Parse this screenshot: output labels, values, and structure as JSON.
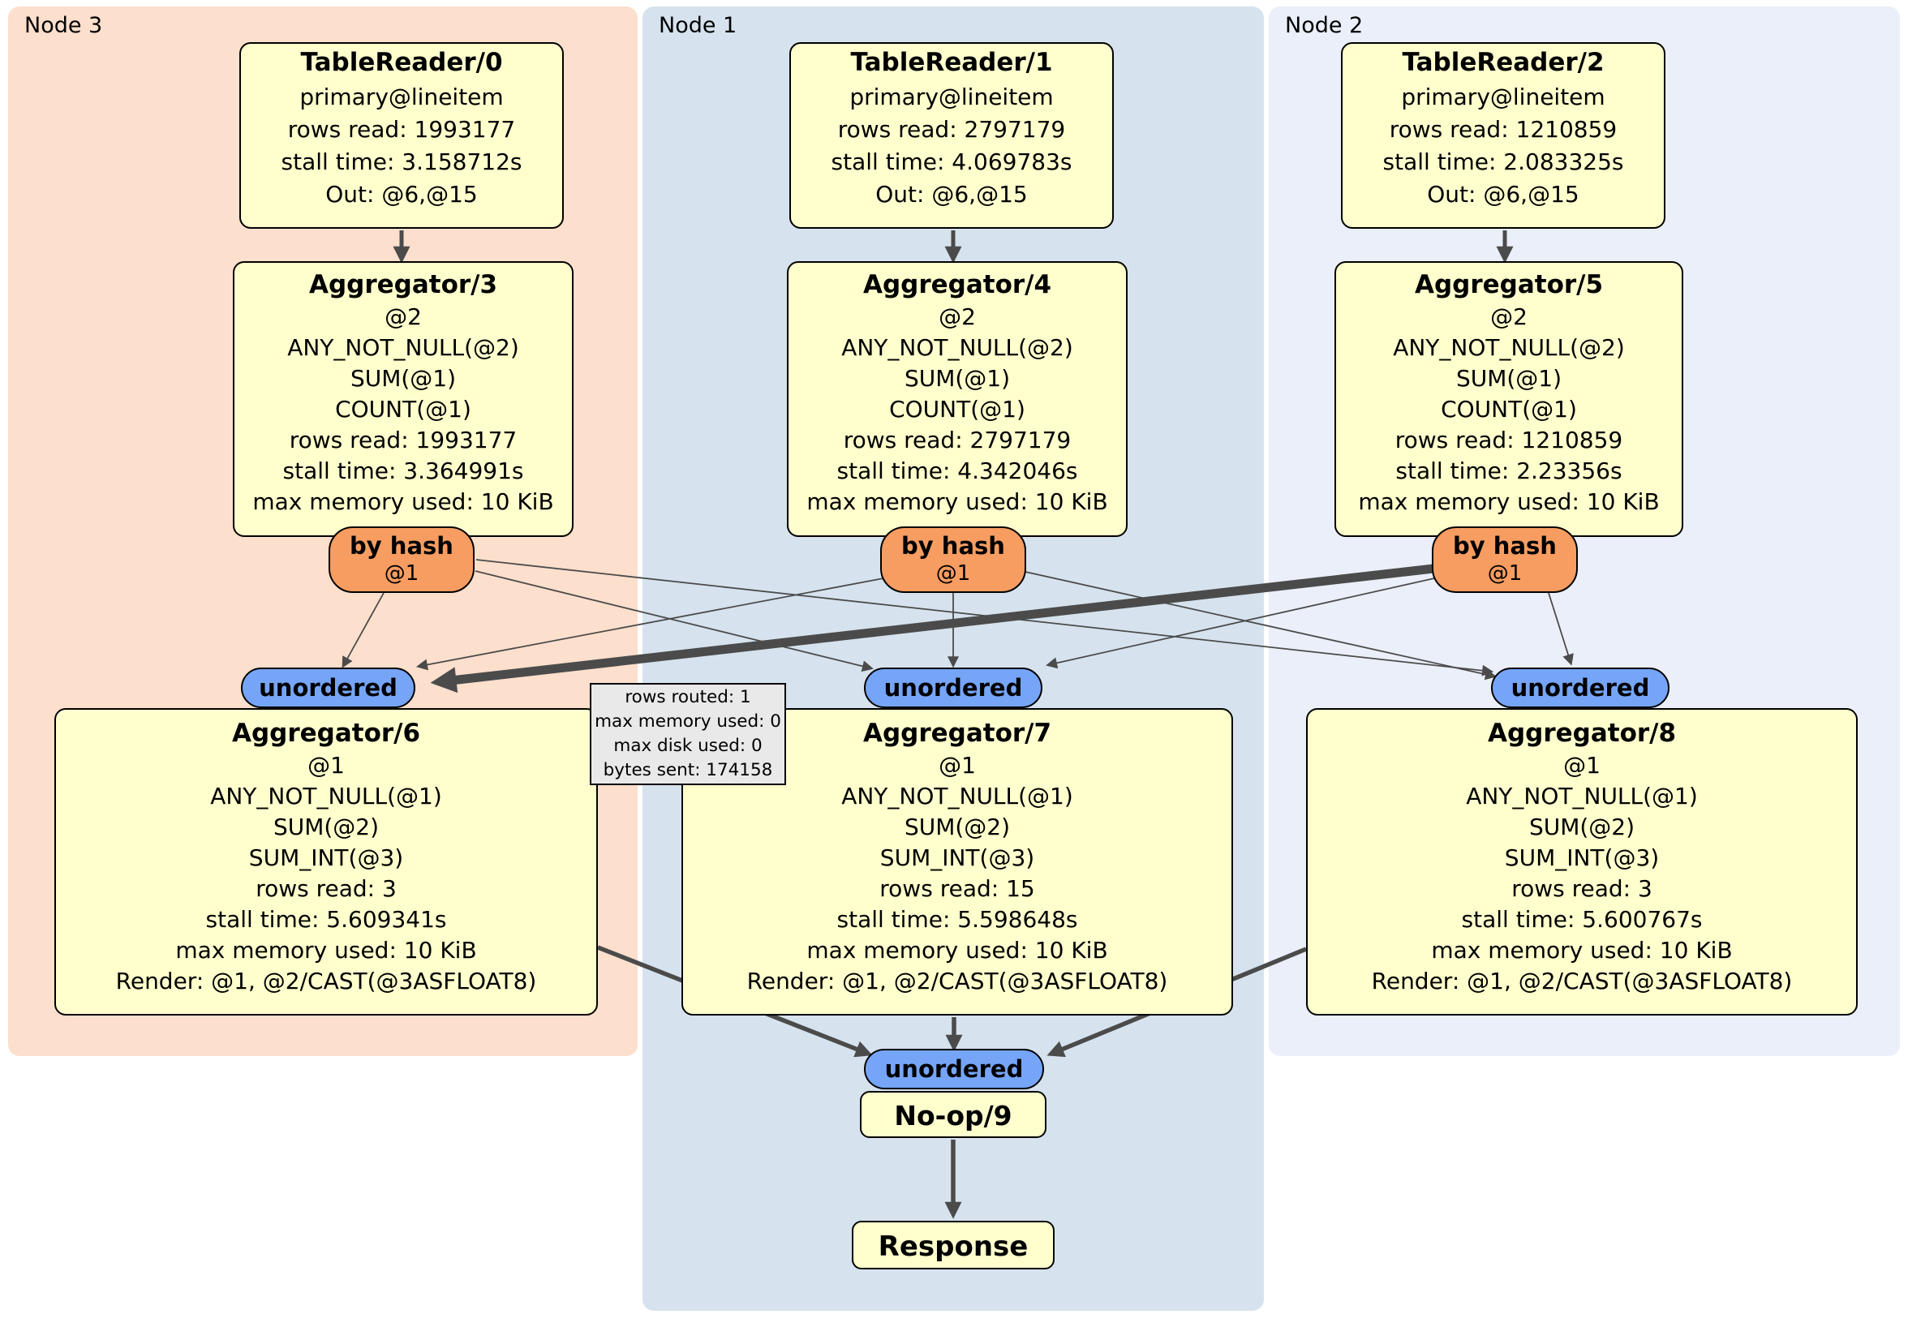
{
  "panels": [
    {
      "label": "Node 3"
    },
    {
      "label": "Node 1"
    },
    {
      "label": "Node 2"
    }
  ],
  "boxes": {
    "tr0": {
      "title": "TableReader/0",
      "lines": [
        "primary@lineitem",
        "rows read: 1993177",
        "stall time: 3.158712s",
        "Out: @6,@15"
      ]
    },
    "tr1": {
      "title": "TableReader/1",
      "lines": [
        "primary@lineitem",
        "rows read: 2797179",
        "stall time: 4.069783s",
        "Out: @6,@15"
      ]
    },
    "tr2": {
      "title": "TableReader/2",
      "lines": [
        "primary@lineitem",
        "rows read: 1210859",
        "stall time: 2.083325s",
        "Out: @6,@15"
      ]
    },
    "agg3": {
      "title": "Aggregator/3",
      "lines": [
        "@2",
        "ANY_NOT_NULL(@2)",
        "SUM(@1)",
        "COUNT(@1)",
        "rows read: 1993177",
        "stall time: 3.364991s",
        "max memory used: 10 KiB"
      ]
    },
    "agg4": {
      "title": "Aggregator/4",
      "lines": [
        "@2",
        "ANY_NOT_NULL(@2)",
        "SUM(@1)",
        "COUNT(@1)",
        "rows read: 2797179",
        "stall time: 4.342046s",
        "max memory used: 10 KiB"
      ]
    },
    "agg5": {
      "title": "Aggregator/5",
      "lines": [
        "@2",
        "ANY_NOT_NULL(@2)",
        "SUM(@1)",
        "COUNT(@1)",
        "rows read: 1210859",
        "stall time: 2.23356s",
        "max memory used: 10 KiB"
      ]
    },
    "agg6": {
      "title": "Aggregator/6",
      "lines": [
        "@1",
        "ANY_NOT_NULL(@1)",
        "SUM(@2)",
        "SUM_INT(@3)",
        "rows read: 3",
        "stall time: 5.609341s",
        "max memory used: 10 KiB",
        "Render: @1, @2/CAST(@3ASFLOAT8)"
      ]
    },
    "agg7": {
      "title": "Aggregator/7",
      "lines": [
        "@1",
        "ANY_NOT_NULL(@1)",
        "SUM(@2)",
        "SUM_INT(@3)",
        "rows read: 15",
        "stall time: 5.598648s",
        "max memory used: 10 KiB",
        "Render: @1, @2/CAST(@3ASFLOAT8)"
      ]
    },
    "agg8": {
      "title": "Aggregator/8",
      "lines": [
        "@1",
        "ANY_NOT_NULL(@1)",
        "SUM(@2)",
        "SUM_INT(@3)",
        "rows read: 3",
        "stall time: 5.600767s",
        "max memory used: 10 KiB",
        "Render: @1, @2/CAST(@3ASFLOAT8)"
      ]
    },
    "noop": {
      "title": "No-op/9"
    },
    "response": {
      "title": "Response"
    }
  },
  "routers": {
    "label": "by hash",
    "sub": "@1"
  },
  "sync_label": "unordered",
  "tooltip": {
    "lines": [
      "rows routed: 1",
      "max memory used: 0",
      "max disk used: 0",
      "bytes sent: 174158"
    ]
  },
  "colors": {
    "node3_bg": "#fcdfcc",
    "node1_bg": "#d6e3ee",
    "node2_bg": "#eaeff9",
    "processor_bg": "#ffffcd",
    "router_bg": "#f79d61",
    "sync_bg": "#76a5f7",
    "tooltip_bg": "#e9e9e9",
    "edge": "#4b4b4b"
  }
}
